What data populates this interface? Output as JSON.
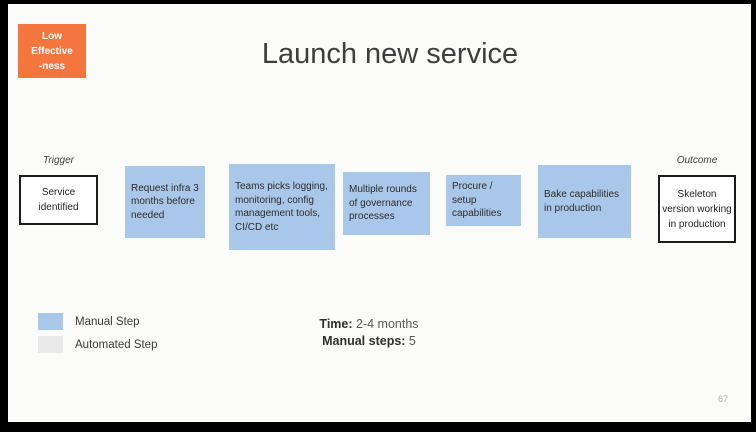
{
  "badge": {
    "lines": [
      "Low",
      "Effective",
      "-ness"
    ],
    "color": "#f4763d"
  },
  "title": "Launch new service",
  "flow": {
    "trigger_label": "Trigger",
    "outcome_label": "Outcome",
    "steps": [
      {
        "text": "Service identified",
        "kind": "trigger"
      },
      {
        "text": "Request infra 3 months before needed",
        "kind": "manual"
      },
      {
        "text": "Teams picks logging, monitoring, config management tools, CI/CD etc",
        "kind": "manual"
      },
      {
        "text": "Multiple rounds of governance processes",
        "kind": "manual"
      },
      {
        "text": "Procure / setup capabilities",
        "kind": "manual"
      },
      {
        "text": "Bake capabilities in production",
        "kind": "manual"
      },
      {
        "text": "Skeleton version working in production",
        "kind": "outcome"
      }
    ]
  },
  "legend": {
    "items": [
      {
        "label": "Manual Step",
        "color": "#a9c7e9"
      },
      {
        "label": "Automated Step",
        "color": "#e9e9e9"
      }
    ]
  },
  "stats": {
    "time_label": "Time:",
    "time_value": " 2-4 months",
    "manual_label": "Manual steps:",
    "manual_value": " 5"
  },
  "page_number": "67",
  "colors": {
    "accent_orange": "#f4763d",
    "manual_blue": "#a9c7e9",
    "automated_gray": "#e9e9e9",
    "slide_background": "#fbfbf9",
    "frame_black": "#000000"
  }
}
